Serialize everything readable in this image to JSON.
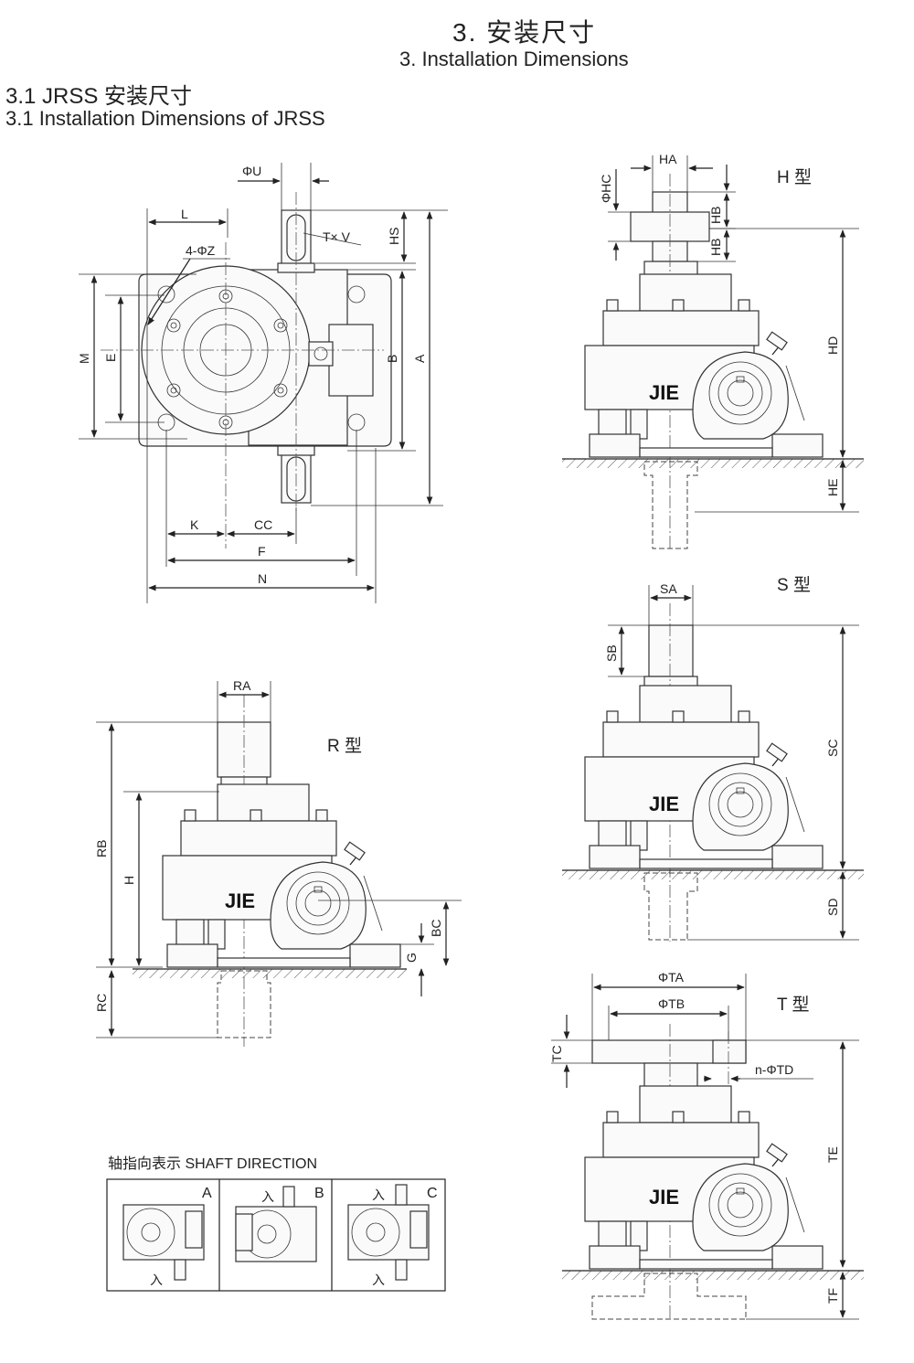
{
  "header": {
    "title_cn": "3. 安装尺寸",
    "title_en": "3. Installation Dimensions",
    "sub_cn": "3.1 JRSS 安装尺寸",
    "sub_en": "3.1 Installation Dimensions of JRSS"
  },
  "plan_view": {
    "labels": {
      "phiU": "ΦU",
      "L": "L",
      "Z": "4-ΦZ",
      "TV": "T× V",
      "HS": "HS",
      "M": "M",
      "E": "E",
      "B": "B",
      "A": "A",
      "K": "K",
      "CC": "CC",
      "F": "F",
      "N": "N"
    }
  },
  "h_type": {
    "title": "H 型",
    "labels": {
      "HA": "HA",
      "HC": "ΦHC",
      "HB1": "HB",
      "HB2": "HB",
      "HD": "HD",
      "HE": "HE"
    }
  },
  "s_type": {
    "title": "S 型",
    "labels": {
      "SA": "SA",
      "SB": "SB",
      "SC": "SC",
      "SD": "SD"
    }
  },
  "r_type": {
    "title": "R 型",
    "labels": {
      "RA": "RA",
      "RB": "RB",
      "H": "H",
      "RC": "RC",
      "BC": "BC",
      "G": "G"
    }
  },
  "t_type": {
    "title": "T 型",
    "labels": {
      "TA": "ΦTA",
      "TB": "ΦTB",
      "TC": "TC",
      "TD": "n-ΦTD",
      "TE": "TE",
      "TF": "TF"
    }
  },
  "logo": "JIE",
  "shaft_direction": {
    "title": "轴指向表示  SHAFT  DIRECTION",
    "input_mark": "入",
    "cells": [
      {
        "label": "A"
      },
      {
        "label": "B"
      },
      {
        "label": "C"
      }
    ]
  }
}
